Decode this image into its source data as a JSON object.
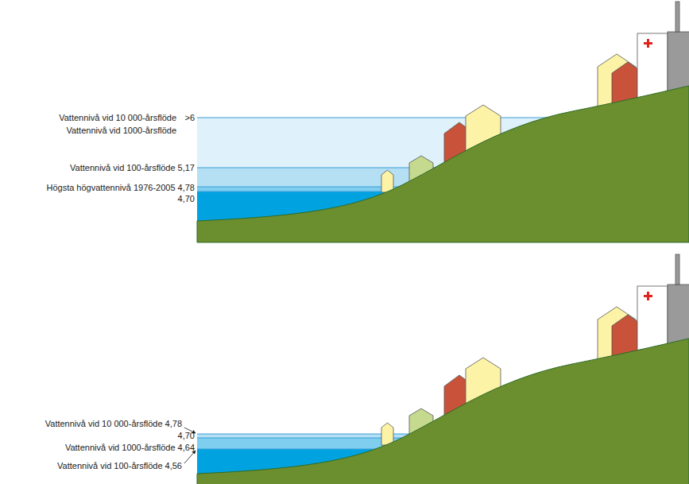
{
  "diagram": {
    "labels": [
      "Vattennivå vid 10 000-årsflöde",
      ">6",
      "Vattennivå vid 1000-årsflöde",
      "Vattennivå vid 100-årsflöde 5,17",
      "Högsta högvattennivå 1976-2005 4,78",
      "4,70",
      "Vattennivå vid 10 000-årsflöde 4,78",
      "4,70",
      "Vattennivå vid 1000-årsflöde 4,64",
      "Vattennivå vid 100-årsflöde 4,56"
    ]
  }
}
